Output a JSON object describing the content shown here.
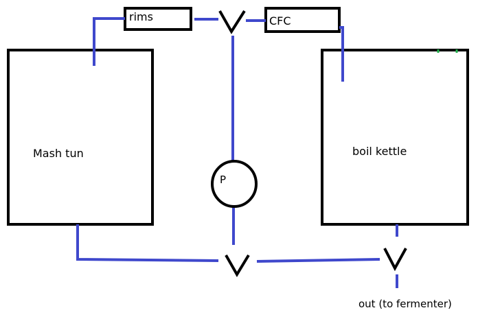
{
  "colors": {
    "pipe": "#3f48cc",
    "outline": "#000000",
    "marker": "#22b14c",
    "background": "#ffffff"
  },
  "labels": {
    "mash_tun": "Mash tun",
    "boil_kettle": "boil kettle",
    "rims": "rims",
    "cfc": "CFC",
    "pump": "P",
    "outlet": "out (to fermenter)"
  },
  "icons": {
    "valve": "v-shape-valve",
    "pump": "circle-pump"
  }
}
